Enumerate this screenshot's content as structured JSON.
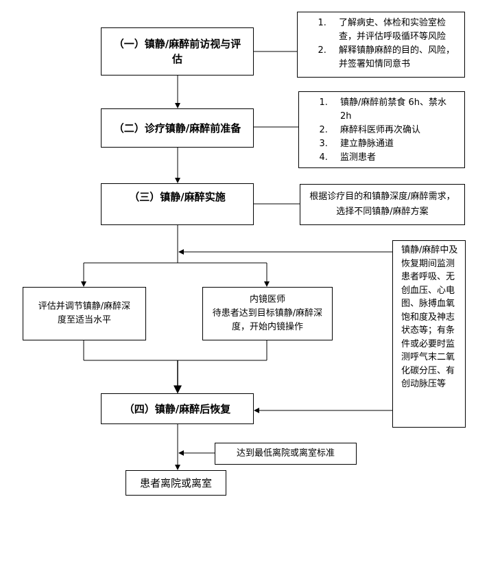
{
  "steps": {
    "s1": "（一）镇静/麻醉前访视与评估",
    "s2": "（二）诊疗镇静/麻醉前准备",
    "s3": "（三）镇静/麻醉实施",
    "s4": "（四）镇静/麻醉后恢复",
    "final": "患者离院或离室"
  },
  "notes": {
    "n1": [
      "了解病史、体检和实验室检查，并评估呼吸循环等风险",
      "解释镇静麻醉的目的、风险，并签署知情同意书"
    ],
    "n2": [
      "镇静/麻醉前禁食 6h、禁水 2h",
      "麻醉科医师再次确认",
      "建立静脉通道",
      "监测患者"
    ],
    "n3": "根据诊疗目的和镇静深度/麻醉需求，选择不同镇静/麻醉方案",
    "left": "评估并调节镇静/麻醉深度至适当水平",
    "right_title": "内镜医师",
    "right_body": "待患者达到目标镇静/麻醉深度，开始内镜操作",
    "monitor": "镇静/麻醉中及恢复期间监测患者呼吸、无创血压、心电图、脉搏血氧饱和度及神志状态等；有条件或必要时监测呼气末二氧化碳分压、有创动脉压等",
    "discharge": "达到最低离院或离室标准"
  }
}
